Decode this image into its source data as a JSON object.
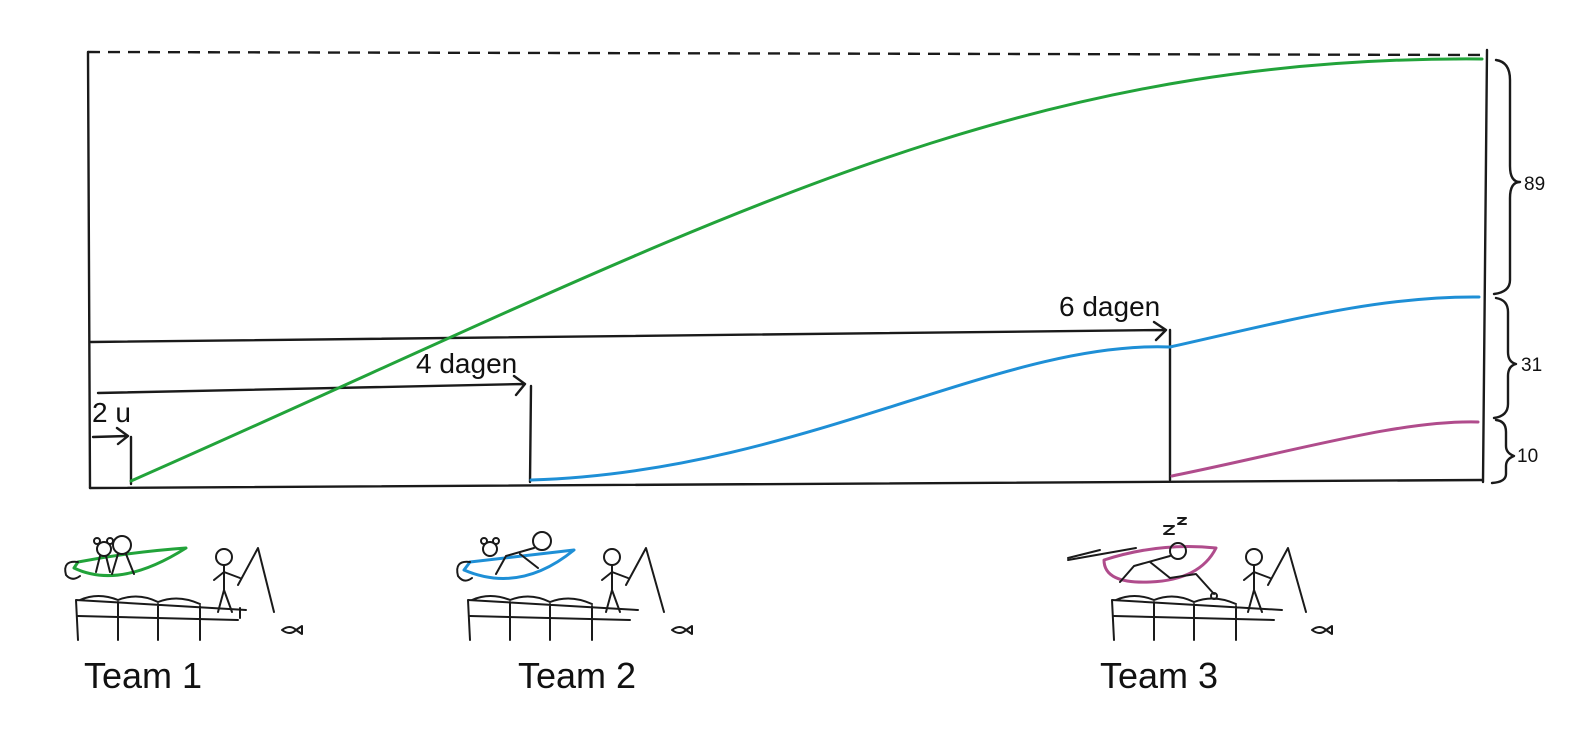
{
  "colors": {
    "ink": "#1a1a1a",
    "team1": "#22a33a",
    "team2": "#1e8fd6",
    "team3": "#b04c8c"
  },
  "delays": {
    "d1": "2 u",
    "d2": "4 dagen",
    "d3": "6 dagen"
  },
  "brackets": {
    "top": "89",
    "middle": "31",
    "bottom": "10"
  },
  "teams": {
    "t1": "Team 1",
    "t2": "Team 2",
    "t3": "Team 3"
  },
  "icons": {
    "top_limit": "dashed-limit-line",
    "team1": "rowing-boat-with-raccoon-and-fisherman",
    "team2": "reclining-boat-with-raccoon-and-fisherman",
    "team3": "sleeping-rower-with-oar-and-fisherman"
  }
}
